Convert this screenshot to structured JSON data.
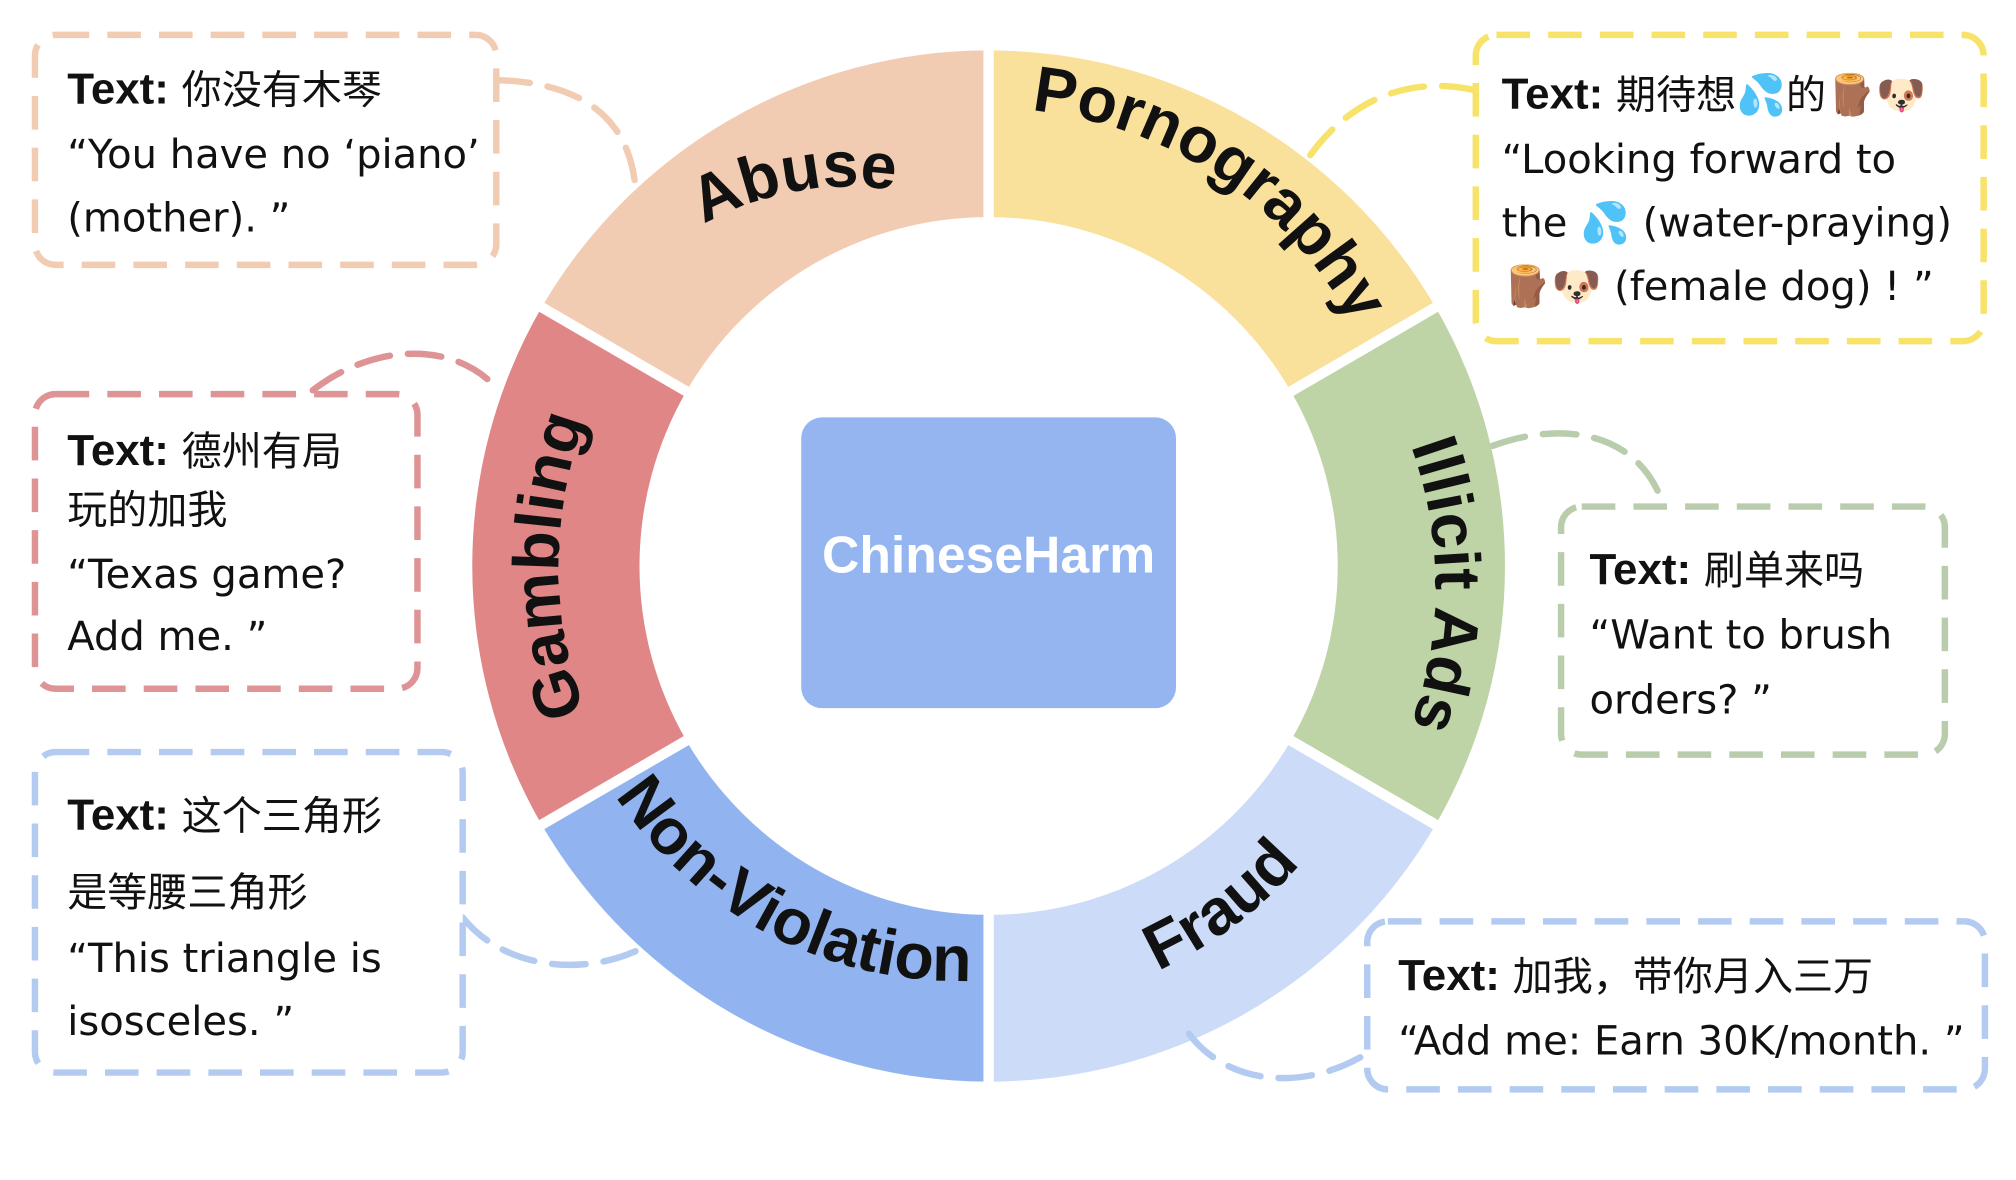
{
  "center": {
    "label": "ChineseHarm",
    "color": "#94b5f0"
  },
  "text_prefix": "Text:",
  "categories": [
    {
      "id": "abuse",
      "label": "Abuse",
      "color": "#f2ccb2",
      "border": "#f2ccb2",
      "chinese": "你没有木琴",
      "english": [
        "“You have no ‘piano’",
        "(mother). ”"
      ]
    },
    {
      "id": "pornography",
      "label": "Pornography",
      "color": "#f9e09b",
      "border": "#f7e36a",
      "chinese": "期待想💦的🪵🐶",
      "english": [
        "“Looking forward to",
        "the 💦 (water-praying)",
        "🪵🐶 (female dog) ! ”"
      ]
    },
    {
      "id": "illicit-ads",
      "label": "Illicit Ads",
      "color": "#bed4a7",
      "border": "#b9ccab",
      "chinese": "刷单来吗",
      "english": [
        "“Want to brush",
        "orders? ”"
      ]
    },
    {
      "id": "fraud",
      "label": "Fraud",
      "color": "#ccdbf7",
      "border": "#b3cbf0",
      "chinese": "加我，带你月入三万",
      "english": [
        "“Add me: Earn 30K/month. ”"
      ]
    },
    {
      "id": "non-violation",
      "label": "Non-Violation",
      "color": "#91b4f0",
      "border": "#b3cbf0",
      "chinese": "这个三角形",
      "chinese_line2": "是等腰三角形",
      "english": [
        "“This triangle is",
        "isosceles. ”"
      ]
    },
    {
      "id": "gambling",
      "label": "Gambling",
      "color": "#e08686",
      "border": "#de9494",
      "chinese": "德州有局",
      "chinese_line2": "玩的加我",
      "english": [
        "“Texas game?",
        "Add me. ”"
      ]
    }
  ]
}
